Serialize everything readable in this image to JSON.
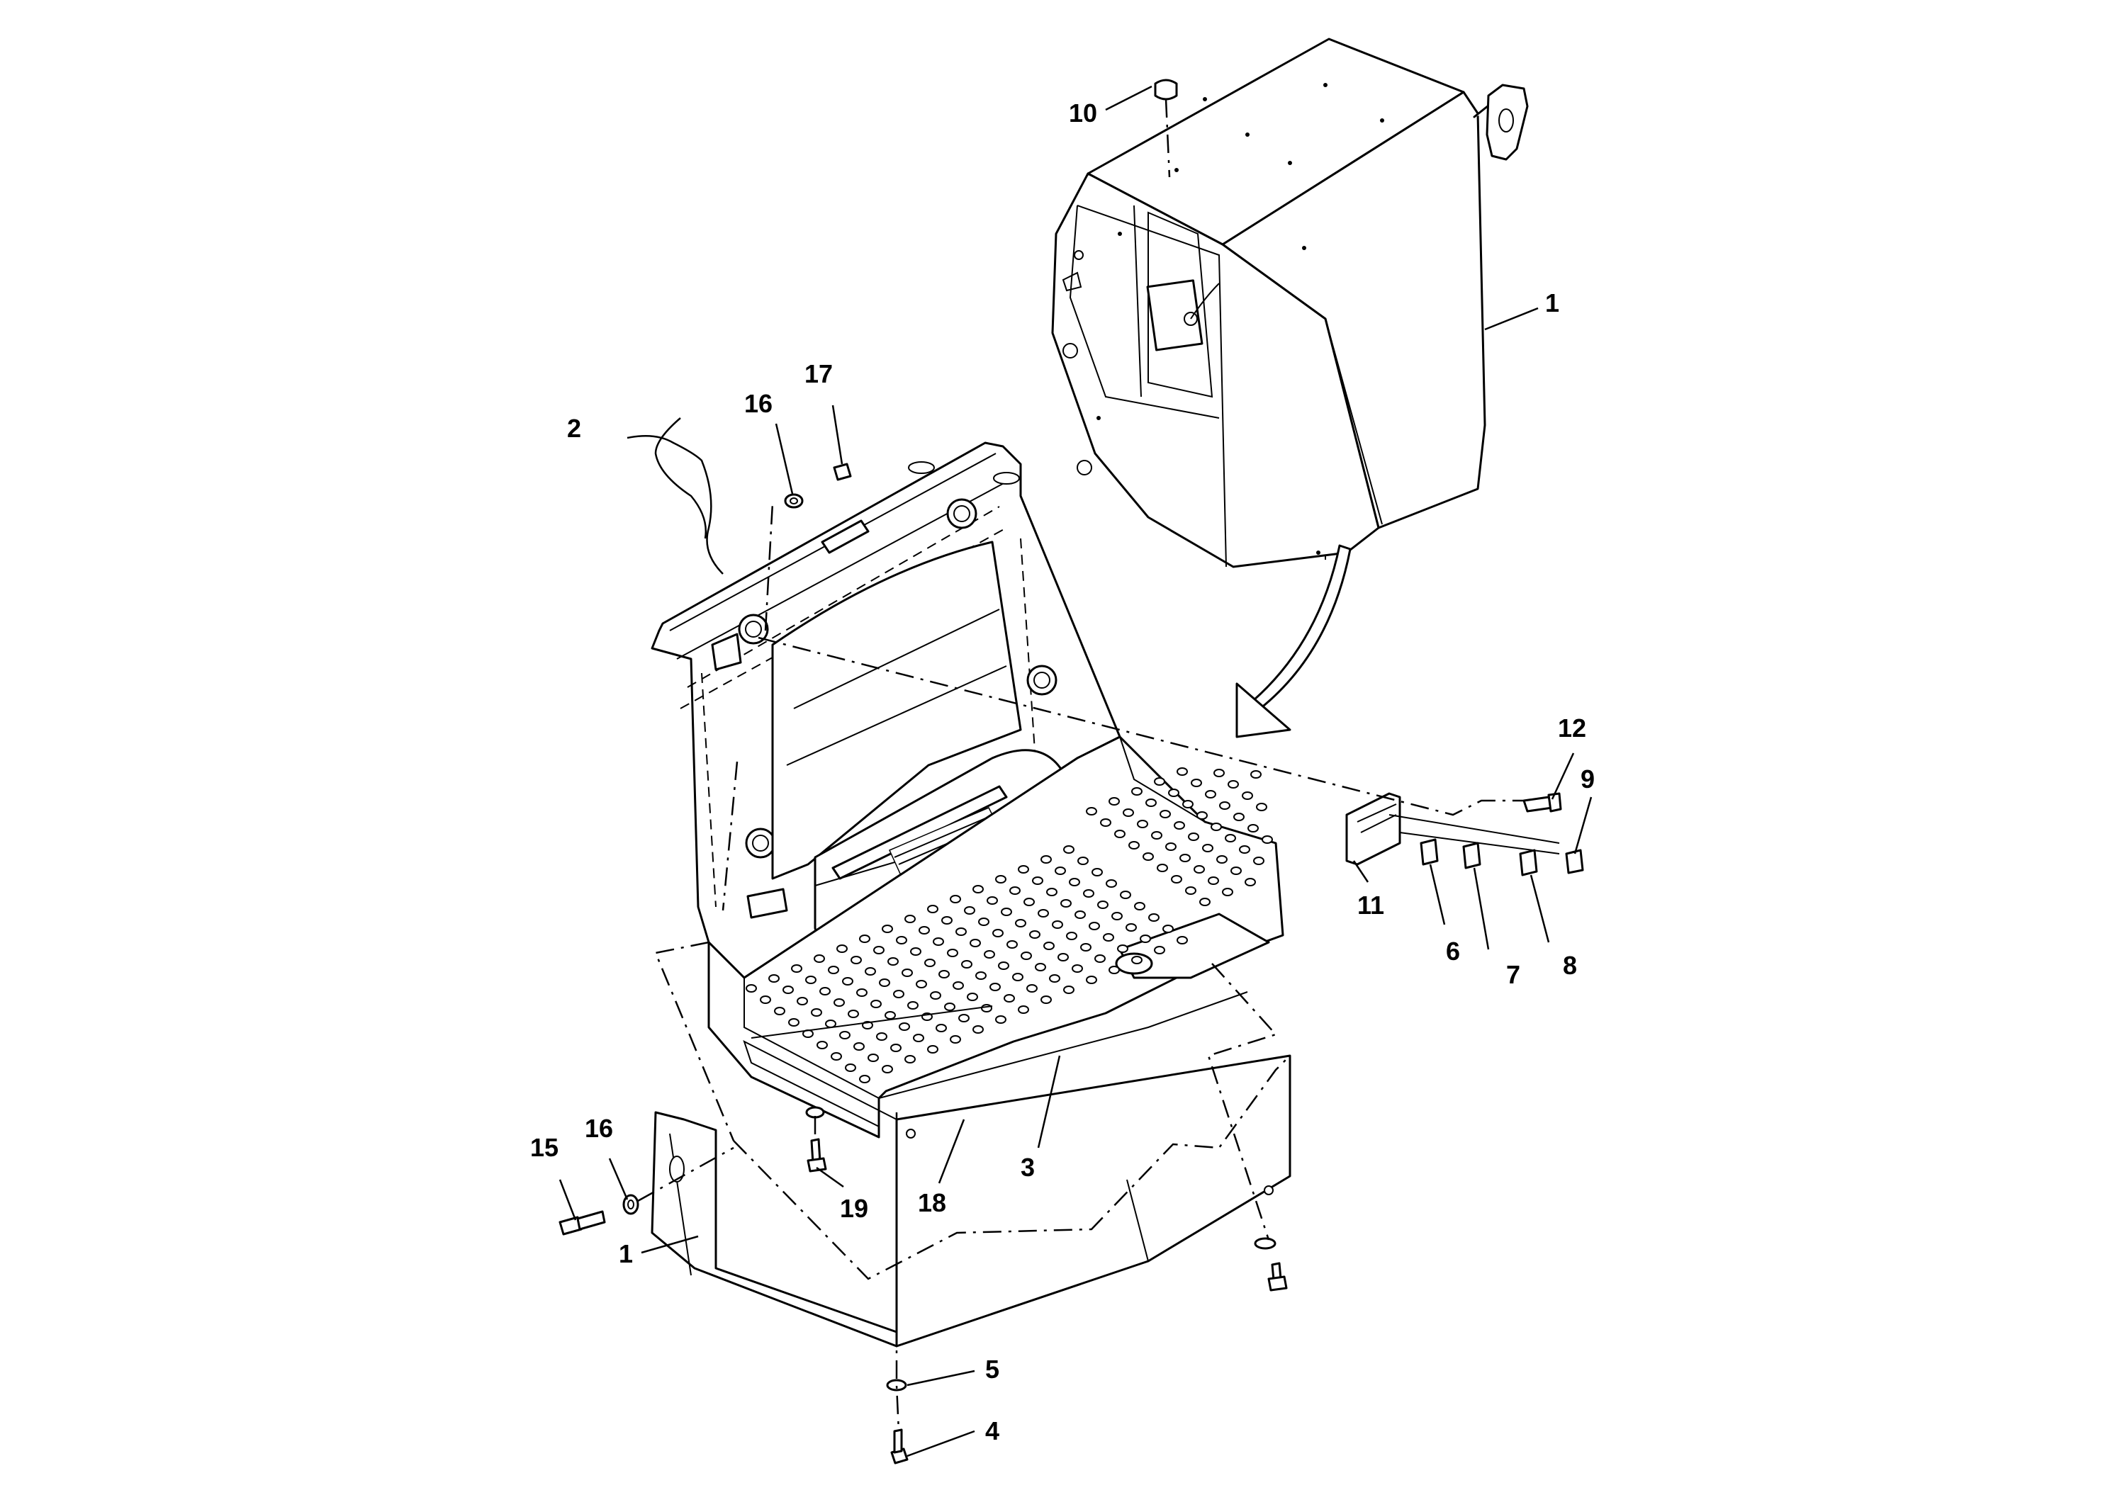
{
  "callouts": [
    {
      "id": "1-cab",
      "text": "1"
    },
    {
      "id": "1-lower",
      "text": "1"
    },
    {
      "id": "2",
      "text": "2"
    },
    {
      "id": "3",
      "text": "3"
    },
    {
      "id": "4",
      "text": "4"
    },
    {
      "id": "5",
      "text": "5"
    },
    {
      "id": "6",
      "text": "6"
    },
    {
      "id": "7",
      "text": "7"
    },
    {
      "id": "8",
      "text": "8"
    },
    {
      "id": "9",
      "text": "9"
    },
    {
      "id": "10",
      "text": "10"
    },
    {
      "id": "11",
      "text": "11"
    },
    {
      "id": "12",
      "text": "12"
    },
    {
      "id": "15",
      "text": "15"
    },
    {
      "id": "16-top",
      "text": "16"
    },
    {
      "id": "16-left",
      "text": "16"
    },
    {
      "id": "17",
      "text": "17"
    },
    {
      "id": "18",
      "text": "18"
    },
    {
      "id": "19",
      "text": "19"
    }
  ]
}
